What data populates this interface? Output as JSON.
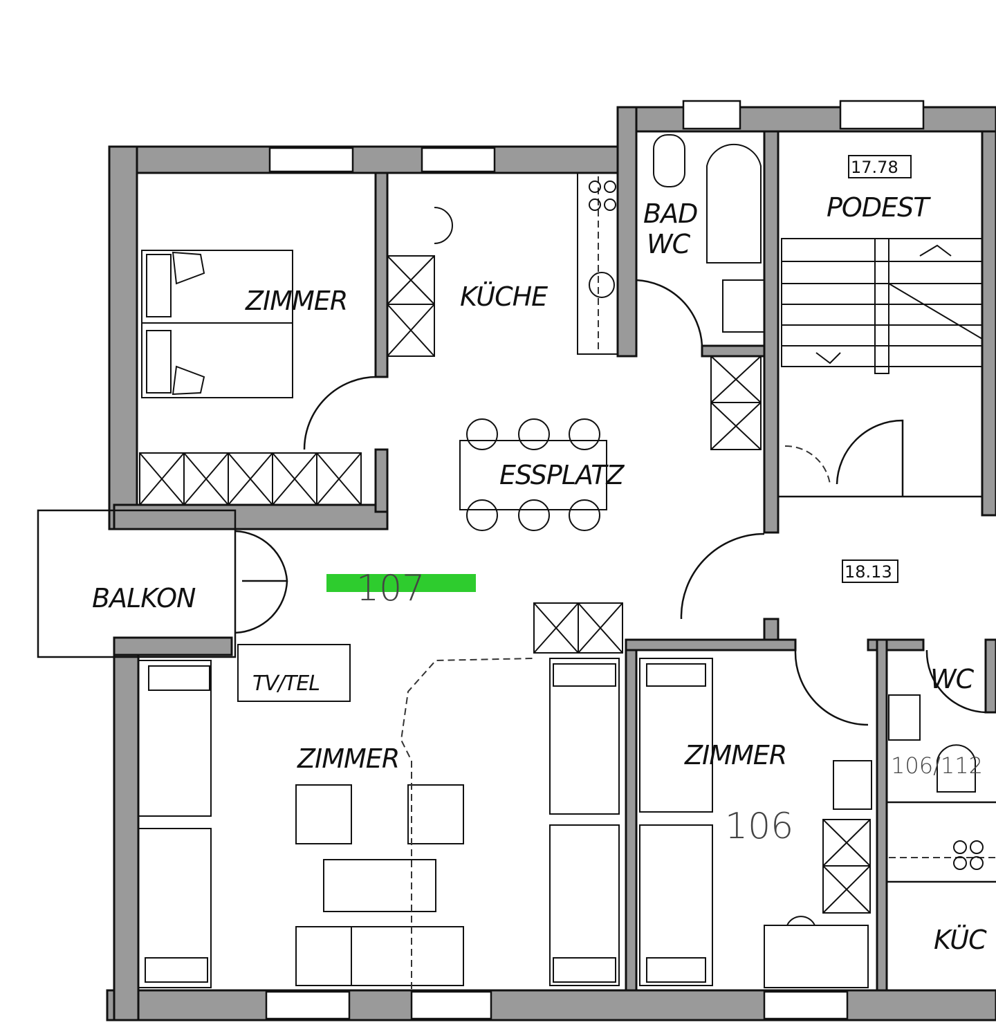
{
  "plan": {
    "rooms": {
      "zimmer_top": "ZIMMER",
      "kueche": "KÜCHE",
      "bad_wc": [
        "BAD",
        "WC"
      ],
      "podest": "PODEST",
      "esplatz": "ESSPLATZ",
      "balkon": "BALKON",
      "tv_tel": "TV/TEL",
      "zimmer_bottom_left": "ZIMMER",
      "zimmer_bottom_right": "ZIMMER",
      "wc": "WC",
      "kueche_right": "KÜC"
    },
    "area_labels": {
      "podest_area": "17.78",
      "hall_area": "18.13"
    },
    "handwritten": {
      "unit_107": "107",
      "unit_106": "106",
      "unit_106_112": "106/112"
    },
    "colors": {
      "highlight": "#2ecc2e",
      "wall_fill": "#9a9a9a",
      "line": "#111111"
    }
  }
}
